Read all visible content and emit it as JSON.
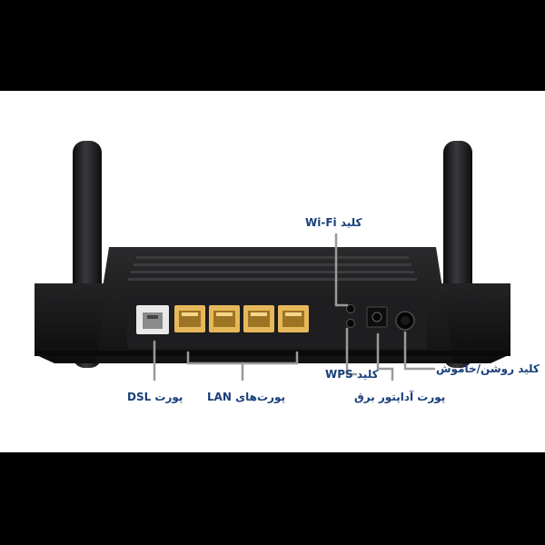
{
  "callouts": {
    "wifi_key": "کلید Wi-Fi",
    "wps_key": "کلید WPS",
    "power_switch": "کلید روشن/خاموش",
    "power_adapter_port": "پورت آداپتور برق",
    "lan_ports": "پورت‌های LAN",
    "dsl_port": "پورت DSL"
  },
  "colors": {
    "callout_text": "#1a3f7a",
    "leader_line": "#9a9a9a",
    "router_body": "#1b1b1d",
    "lan_port": "#e6b85a"
  }
}
